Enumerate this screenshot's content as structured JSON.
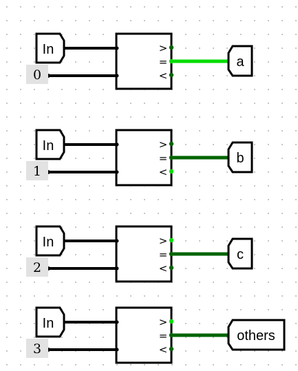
{
  "colors": {
    "wire_dark": "#000000",
    "wire_active": "#00dd00",
    "wire_inactive": "#006400",
    "dot_active": "#00dd00",
    "dot_inactive": "#006400",
    "const_bg": "#e2e2e2",
    "grid": "#9a9a9a"
  },
  "comparators": [
    {
      "input_label": "In",
      "constant": "0",
      "output_label": "a",
      "active": "eq"
    },
    {
      "input_label": "In",
      "constant": "1",
      "output_label": "b",
      "active": "lt"
    },
    {
      "input_label": "In",
      "constant": "2",
      "output_label": "c",
      "active": "gt"
    },
    {
      "input_label": "In",
      "constant": "3",
      "output_label": "others",
      "active": "gt"
    }
  ],
  "symbols": {
    "gt": ">",
    "eq": "=",
    "lt": "<"
  }
}
